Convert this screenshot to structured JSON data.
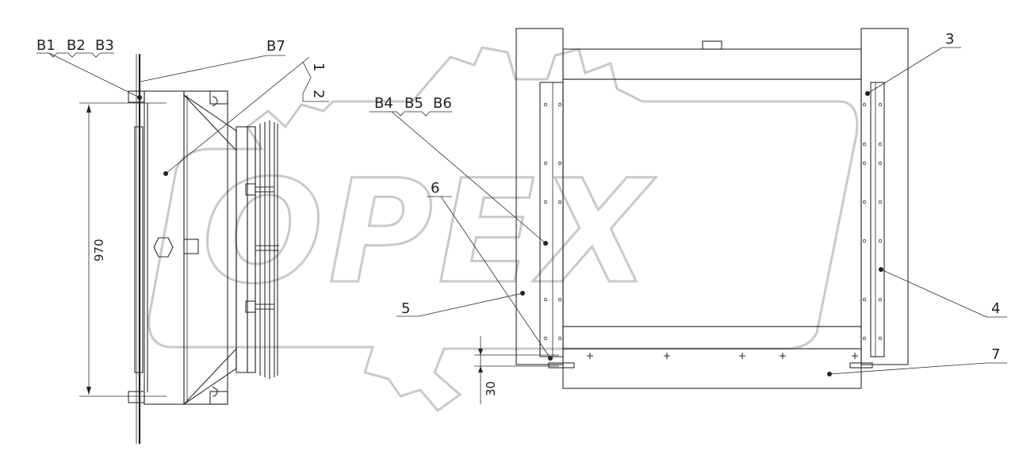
{
  "watermark": {
    "text": "OPEX"
  },
  "corner_mark": "",
  "labels": {
    "b1": "B1",
    "b2": "B2",
    "b3": "B3",
    "b7": "B7",
    "b4": "B4",
    "b5": "B5",
    "b6": "B6",
    "p1": "1",
    "p2": "2",
    "p3": "3",
    "p4": "4",
    "p5": "5",
    "p6": "6",
    "p7": "7"
  },
  "dimensions": {
    "height": "970",
    "offset": "30"
  }
}
